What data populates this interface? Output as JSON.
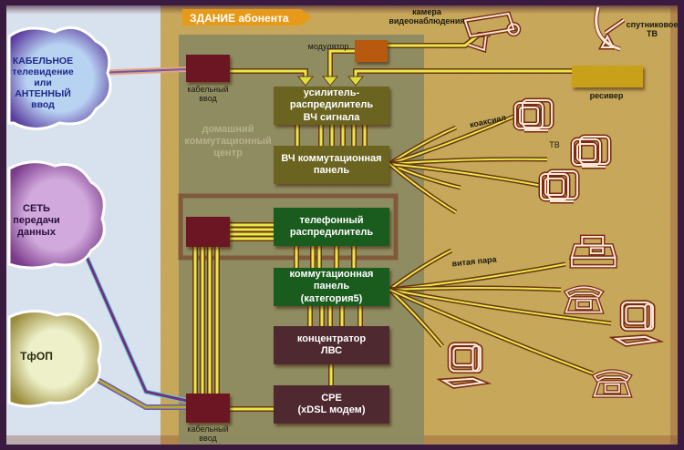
{
  "colors": {
    "frame": "#3a1a3e",
    "sky": "#d8e1ee",
    "building": "#cdae60",
    "hub": "#8d8a62",
    "olive_box": "#6b6320",
    "green_box": "#1a5c1e",
    "plum_box": "#4e2a30",
    "entry_box": "#6b1622",
    "modulator": "#b75a10",
    "receiver": "#c9a01a",
    "wire_yellow": "#e8e84a",
    "wire_brown": "#6a3612",
    "building_label_bg": "#e79a1a"
  },
  "building_label": "ЗДАНИЕ абонента",
  "hub_label": "домашний\nкоммутационный\nцентр",
  "clouds": [
    {
      "id": "cable-tv",
      "label_strong": "КАБЕЛЬНОЕ",
      "label": "телевидение\nили",
      "label_strong2": "АНТЕННЫЙ",
      "label2": "ввод",
      "color": "#a9c6ea",
      "edge": "#5a3a9a"
    },
    {
      "id": "data-network",
      "label_strong": "СЕТЬ",
      "label": "передачи\nданных",
      "color": "#c9a1d3",
      "edge": "#7a3a8a"
    },
    {
      "id": "pstn",
      "label_strong": "ТфОП",
      "color": "#e6ebc2",
      "edge": "#9a8a3a"
    }
  ],
  "boxes": {
    "amplifier": "усилитель-\nраспредилитель\nВЧ сигнала",
    "rf_panel": "ВЧ коммутационная\nпанель",
    "phone_distributor": "телефонный\nраспредилитель",
    "patch_panel": "коммутационная\nпанель\n(категория5)",
    "lan_hub": "концентратор\nЛВС",
    "cpe": "CPE\n(xDSL модем)"
  },
  "labels": {
    "cable_entry_top": "кабельный\nввод",
    "cable_entry_bottom": "кабельный\nввод",
    "modulator": "модулятор",
    "camera": "камера\nвидеонаблюдения",
    "satellite": "спутниковое\nТВ",
    "receiver": "ресивер",
    "coax": "коаксиал",
    "tv": "ТВ",
    "twisted_pair": "витая пара"
  }
}
